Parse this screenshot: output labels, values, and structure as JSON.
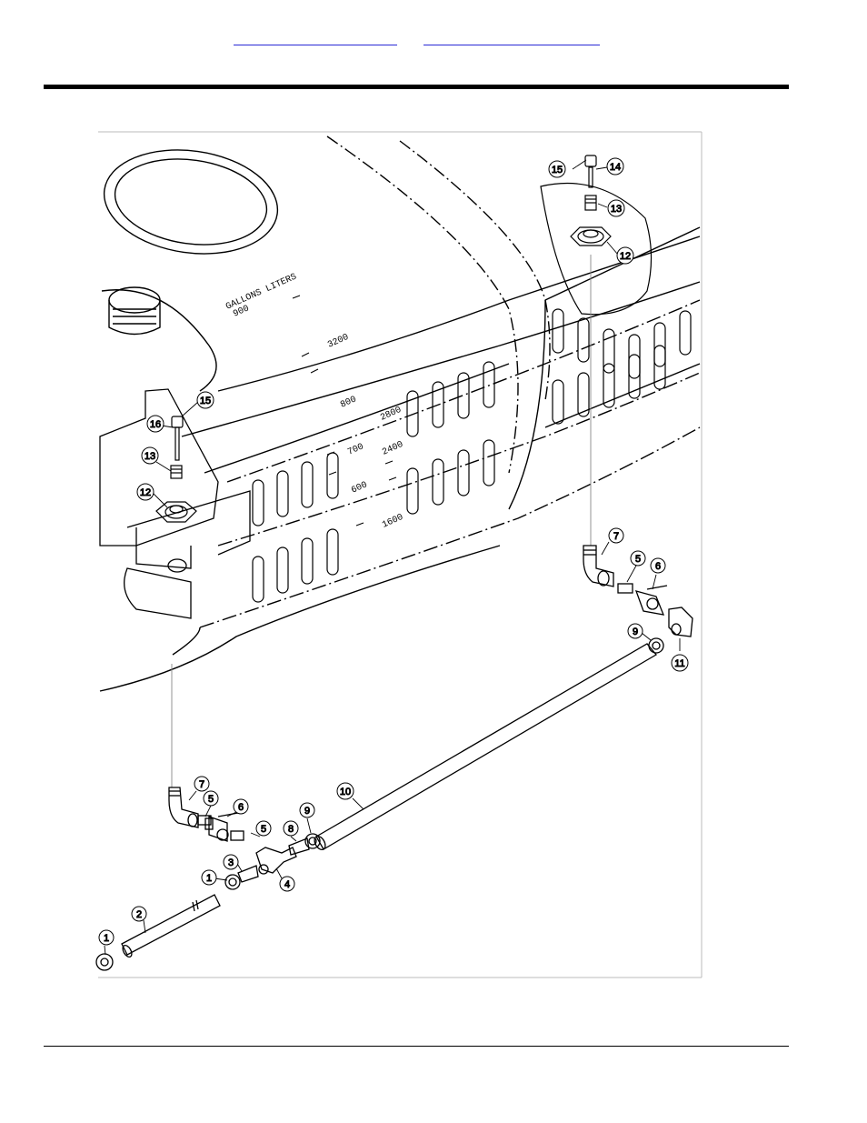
{
  "header": {
    "link_left": "",
    "link_right": ""
  },
  "tank": {
    "units_label": "GALLONS LITERS",
    "gallon_marks": [
      "900",
      "800",
      "700",
      "600"
    ],
    "liter_marks": [
      "3200",
      "2800",
      "2400",
      "1600"
    ]
  },
  "callouts": [
    {
      "id": "callout-1a",
      "label": "1"
    },
    {
      "id": "callout-2",
      "label": "2"
    },
    {
      "id": "callout-1b",
      "label": "1"
    },
    {
      "id": "callout-3",
      "label": "3"
    },
    {
      "id": "callout-4",
      "label": "4"
    },
    {
      "id": "callout-5a",
      "label": "5"
    },
    {
      "id": "callout-5b",
      "label": "5"
    },
    {
      "id": "callout-6a",
      "label": "6"
    },
    {
      "id": "callout-7a",
      "label": "7"
    },
    {
      "id": "callout-8",
      "label": "8"
    },
    {
      "id": "callout-9a",
      "label": "9"
    },
    {
      "id": "callout-10",
      "label": "10"
    },
    {
      "id": "callout-12a",
      "label": "12"
    },
    {
      "id": "callout-13a",
      "label": "13"
    },
    {
      "id": "callout-16",
      "label": "16"
    },
    {
      "id": "callout-15a",
      "label": "15"
    },
    {
      "id": "callout-15b",
      "label": "15"
    },
    {
      "id": "callout-14",
      "label": "14"
    },
    {
      "id": "callout-13b",
      "label": "13"
    },
    {
      "id": "callout-12b",
      "label": "12"
    },
    {
      "id": "callout-7b",
      "label": "7"
    },
    {
      "id": "callout-5c",
      "label": "5"
    },
    {
      "id": "callout-6b",
      "label": "6"
    },
    {
      "id": "callout-9b",
      "label": "9"
    },
    {
      "id": "callout-11",
      "label": "11"
    }
  ]
}
